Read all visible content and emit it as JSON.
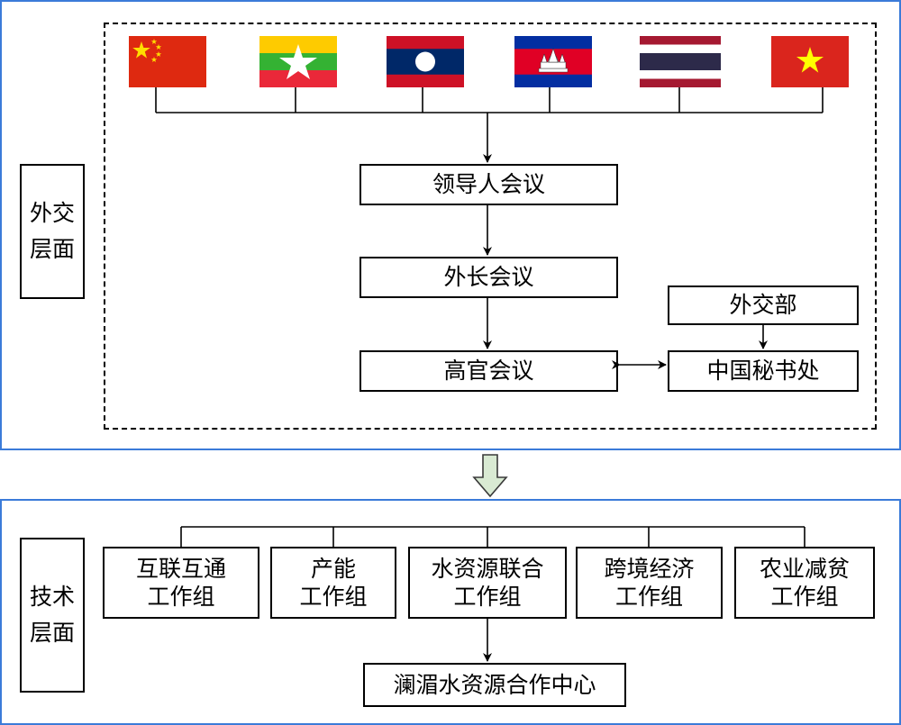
{
  "diplomatic": {
    "label_line1": "外交",
    "label_line2": "层面",
    "leaders_meeting": "领导人会议",
    "fm_meeting": "外长会议",
    "som_meeting": "高官会议",
    "mofa": "外交部",
    "secretariat": "中国秘书处",
    "flags": [
      "china-flag",
      "myanmar-flag",
      "laos-flag",
      "cambodia-flag",
      "thailand-flag",
      "vietnam-flag"
    ],
    "colors": {
      "china_red": "#de2910",
      "myanmar_yellow": "#fecb00",
      "myanmar_green": "#34b233",
      "myanmar_red": "#ea2839",
      "laos_blue": "#002868",
      "laos_red": "#ce1126",
      "cambodia_blue": "#032ea1",
      "cambodia_red": "#e00025",
      "thai_red": "#a51931",
      "thai_blue": "#2d2a4a",
      "vn_red": "#da251d"
    }
  },
  "technical": {
    "label_line1": "技术",
    "label_line2": "层面",
    "groups": [
      {
        "line1": "互联互通",
        "line2": "工作组"
      },
      {
        "line1": "产能",
        "line2": "工作组"
      },
      {
        "line1": "水资源联合",
        "line2": "工作组"
      },
      {
        "line1": "跨境经济",
        "line2": "工作组"
      },
      {
        "line1": "农业减贫",
        "line2": "工作组"
      }
    ],
    "center": "澜湄水资源合作中心"
  },
  "accent_colors": {
    "panel_border": "#3b7bd9",
    "down_arrow_fill": "#d9ead3",
    "down_arrow_stroke": "#3a3a3a"
  }
}
